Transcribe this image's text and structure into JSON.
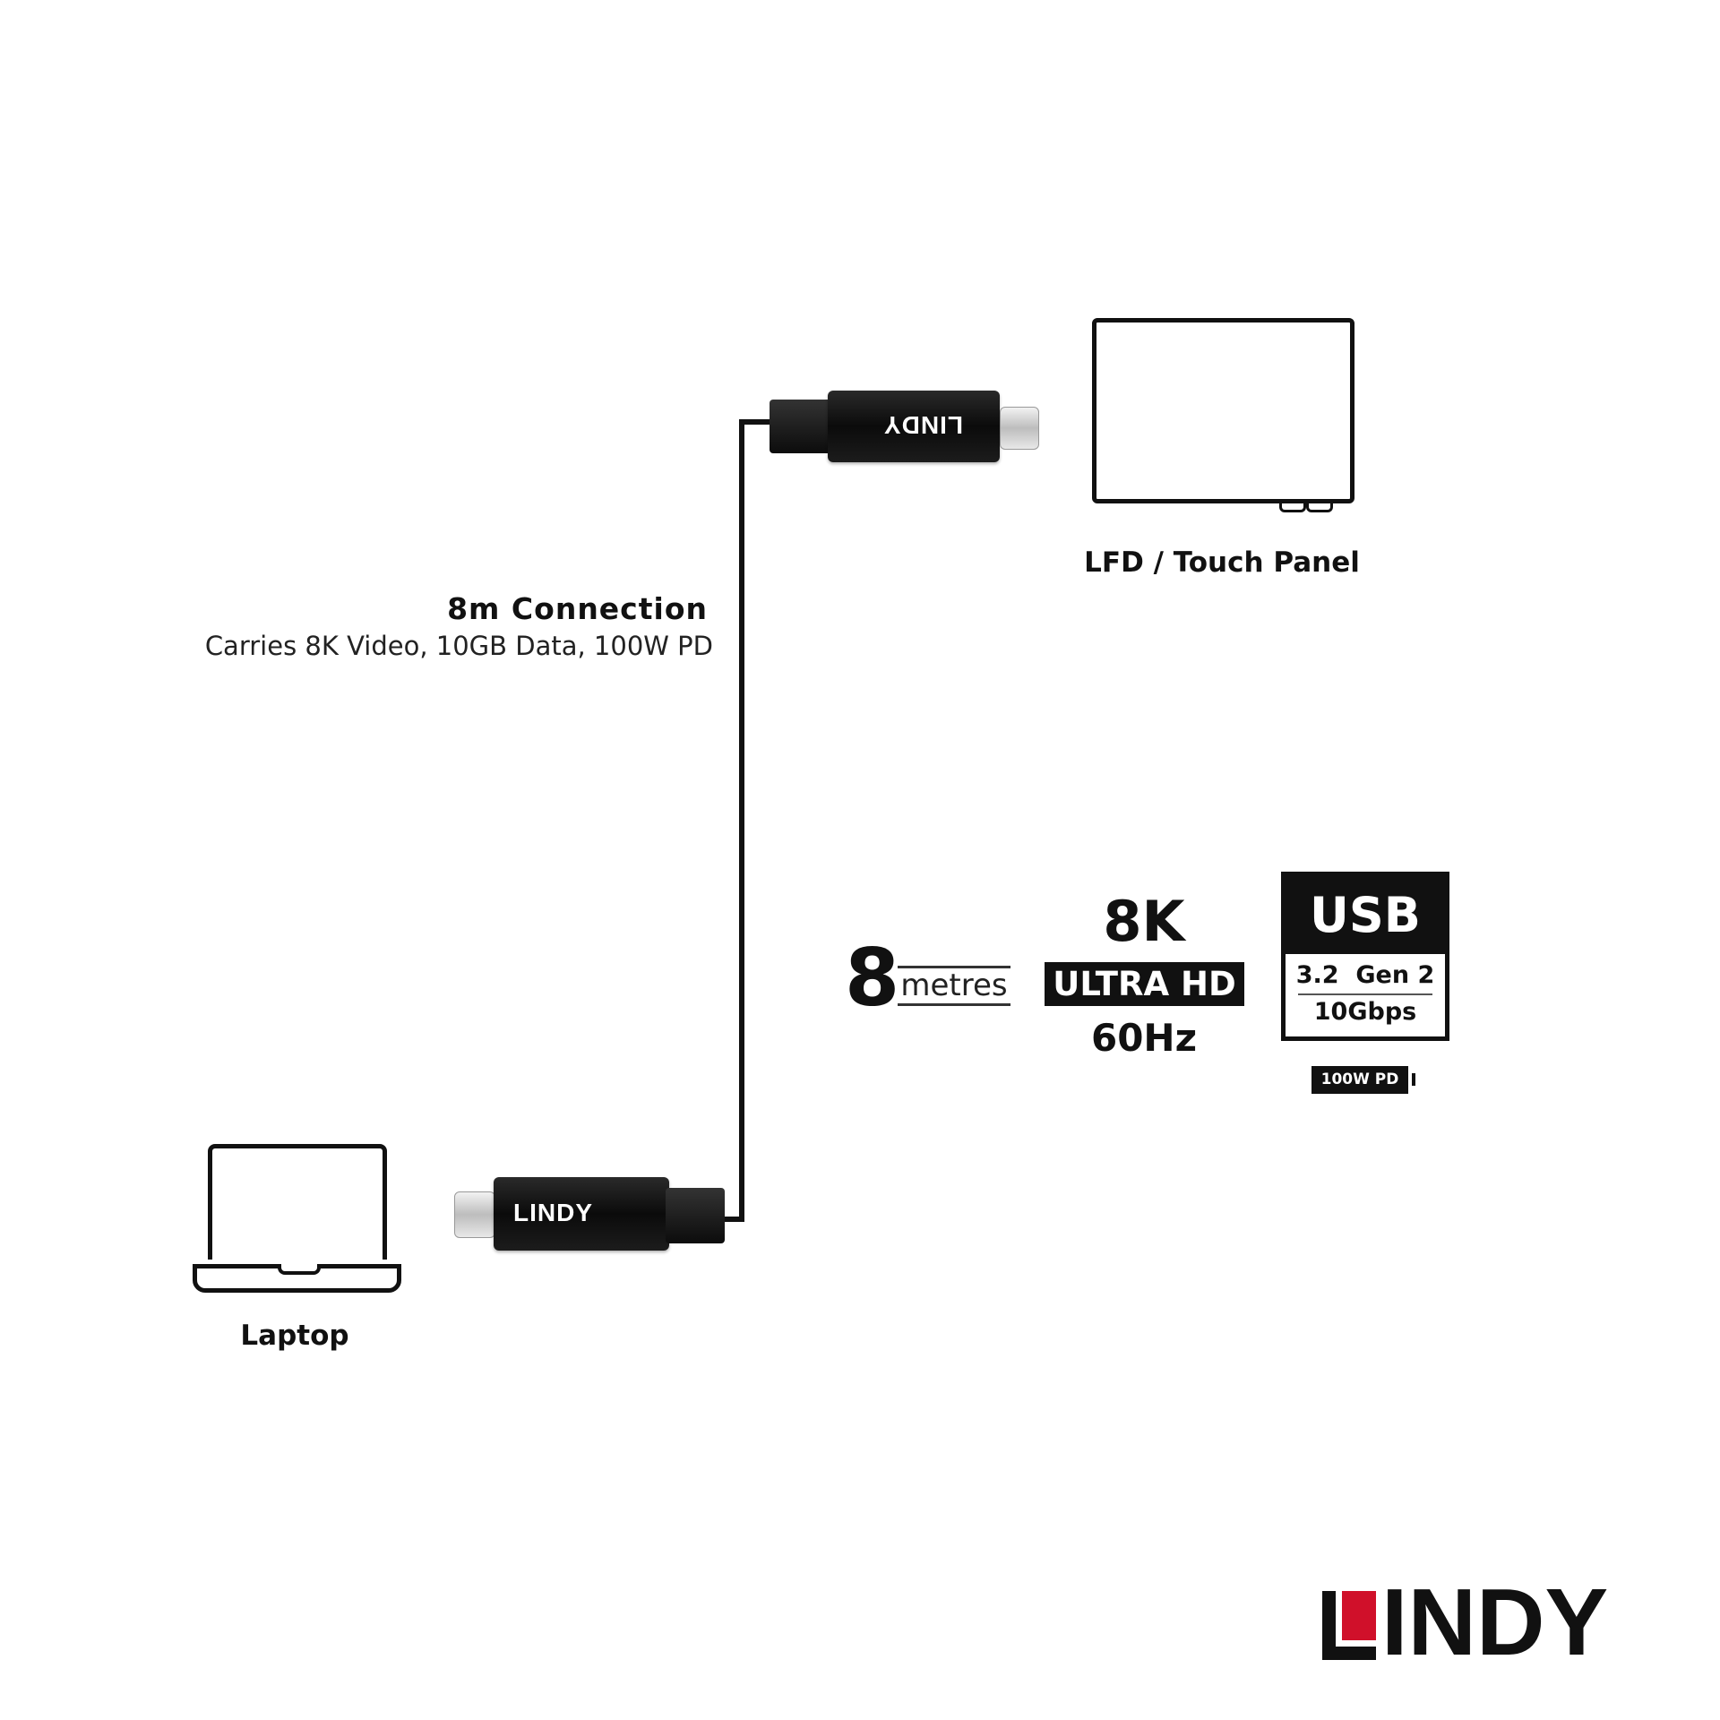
{
  "devices": {
    "display_label": "LFD / Touch Panel",
    "laptop_label": "Laptop"
  },
  "connection": {
    "title": "8m Connection",
    "subtitle": "Carries 8K Video, 10GB Data, 100W PD"
  },
  "connector_brand": "LINDY",
  "specs": {
    "length_number": "8",
    "length_unit": "metres",
    "resolution": "8K",
    "resolution_badge": "ULTRA HD",
    "refresh": "60Hz",
    "usb_title": "USB",
    "usb_version": "3.2  Gen 2",
    "usb_speed": "10Gbps",
    "power_badge": "100W PD"
  },
  "logo": {
    "text": "LINDY",
    "accent_color": "#d0102a"
  }
}
